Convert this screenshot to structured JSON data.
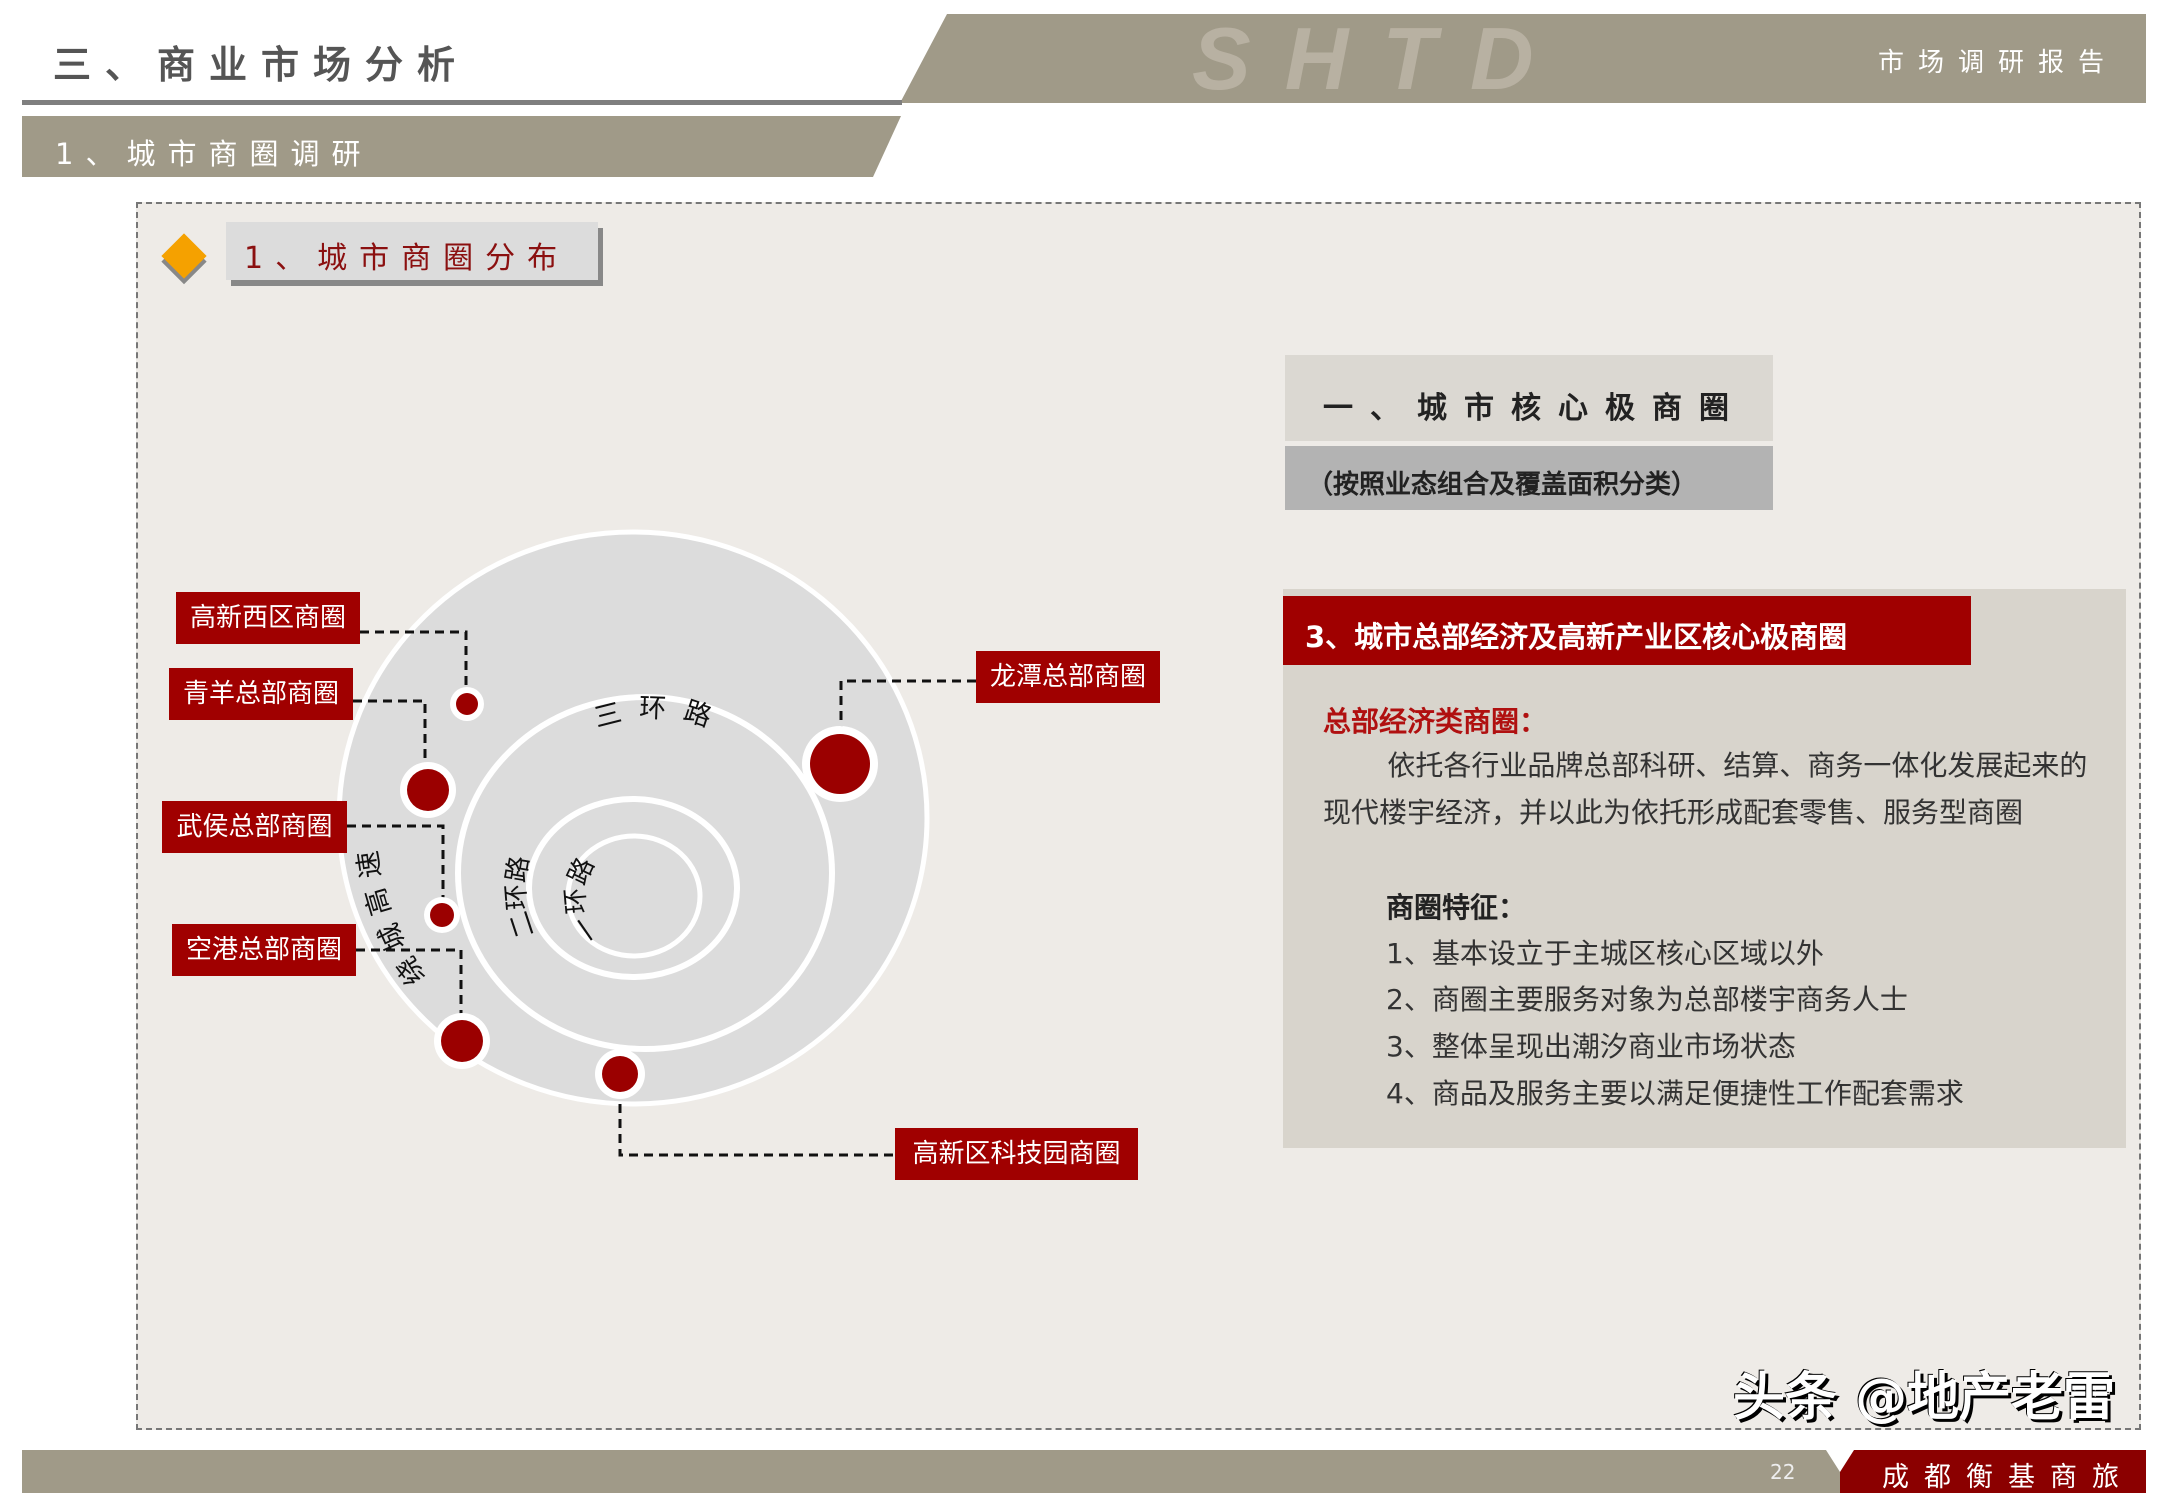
{
  "header": {
    "title": "三、商业市场分析",
    "logo": "SHTD",
    "report_label": "市场调研报告"
  },
  "subheader": {
    "title": "1、城市商圈调研"
  },
  "section": {
    "title": "1、城市商圈分布",
    "icon": "diamond-bullet-icon"
  },
  "diagram": {
    "rings": [
      "绕城高速",
      "三环路",
      "二环路",
      "一环路"
    ],
    "labels": [
      "高新西区商圈",
      "青羊总部商圈",
      "武侯总部商圈",
      "空港总部商圈",
      "龙潭总部商圈",
      "高新区科技园商圈"
    ]
  },
  "right": {
    "box_title": "一、城市核心极商圈",
    "box_subtitle": "（按照业态组合及覆盖面积分类）",
    "panel_title": "3、城市总部经济及高新产业区核心极商圈",
    "type_title": "总部经济类商圈：",
    "paragraph": "依托各行业品牌总部科研、结算、商务一体化发展起来的现代楼宇经济，并以此为依托形成配套零售、服务型商圈",
    "features_title": "商圈特征：",
    "features": [
      "1、基本设立于主城区核心区域以外",
      "2、商圈主要服务对象为总部楼宇商务人士",
      "3、整体呈现出潮汐商业市场状态",
      "4、商品及服务主要以满足便捷性工作配套需求"
    ]
  },
  "footer": {
    "company": "成都衡基商旅",
    "page": "22",
    "watermark": "头条 @地产老雷"
  },
  "colors": {
    "band": "#a09a88",
    "accent_red": "#a00000",
    "orange": "#f5a100",
    "panel": "#d8d4cc"
  }
}
